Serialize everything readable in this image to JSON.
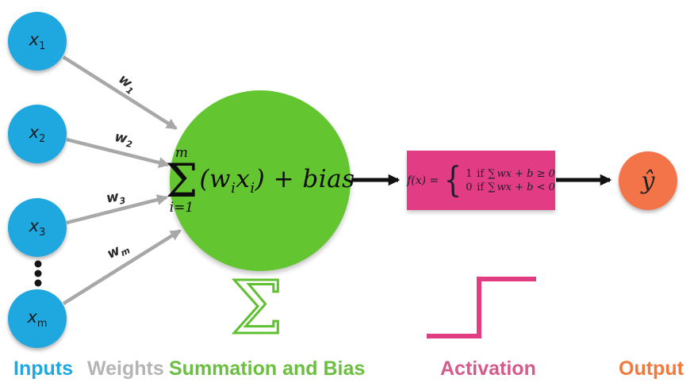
{
  "diagram": "perceptron",
  "input_nodes": [
    {
      "base": "x",
      "sub": "1"
    },
    {
      "base": "x",
      "sub": "2"
    },
    {
      "base": "x",
      "sub": "3"
    },
    {
      "base": "x",
      "sub": "m"
    }
  ],
  "weight_labels": [
    {
      "base": "w",
      "sub": "1"
    },
    {
      "base": "w",
      "sub": "2"
    },
    {
      "base": "w",
      "sub": "3"
    },
    {
      "base": "w",
      "sub": "m"
    }
  ],
  "summation_node": {
    "limit_top": "m",
    "sigma": "Σ",
    "limit_bottom": "i=1",
    "body_open": "(w",
    "body_sub1": "i",
    "body_mid": "x",
    "body_sub2": "i",
    "body_close": ") + bias"
  },
  "sigma_symbol": "Σ",
  "activation_box": {
    "lhs": "f(x) =",
    "brace": "{",
    "rows": [
      {
        "value": "1",
        "cond": "if",
        "sum": "∑",
        "expr": "wx + b ≥ 0"
      },
      {
        "value": "0",
        "cond": "if",
        "sum": "∑",
        "expr": "wx + b < 0"
      }
    ]
  },
  "output_node": {
    "label": "ŷ"
  },
  "legend": {
    "inputs": "Inputs",
    "weights": "Weights",
    "summation": "Summation and Bias",
    "activation": "Activation",
    "output": "Output"
  },
  "colors": {
    "input_blue": "#1fa8e0",
    "weight_gray": "#b5b5b5",
    "arrow_gray": "#a8a8a8",
    "summation_green": "#63c52f",
    "legend_green": "#6abf40",
    "activation_pink": "#e23c84",
    "activation_label_pink": "#d55b8c",
    "output_orange": "#f4744a",
    "legend_orange": "#f2793c",
    "arrow_black": "#111111"
  }
}
